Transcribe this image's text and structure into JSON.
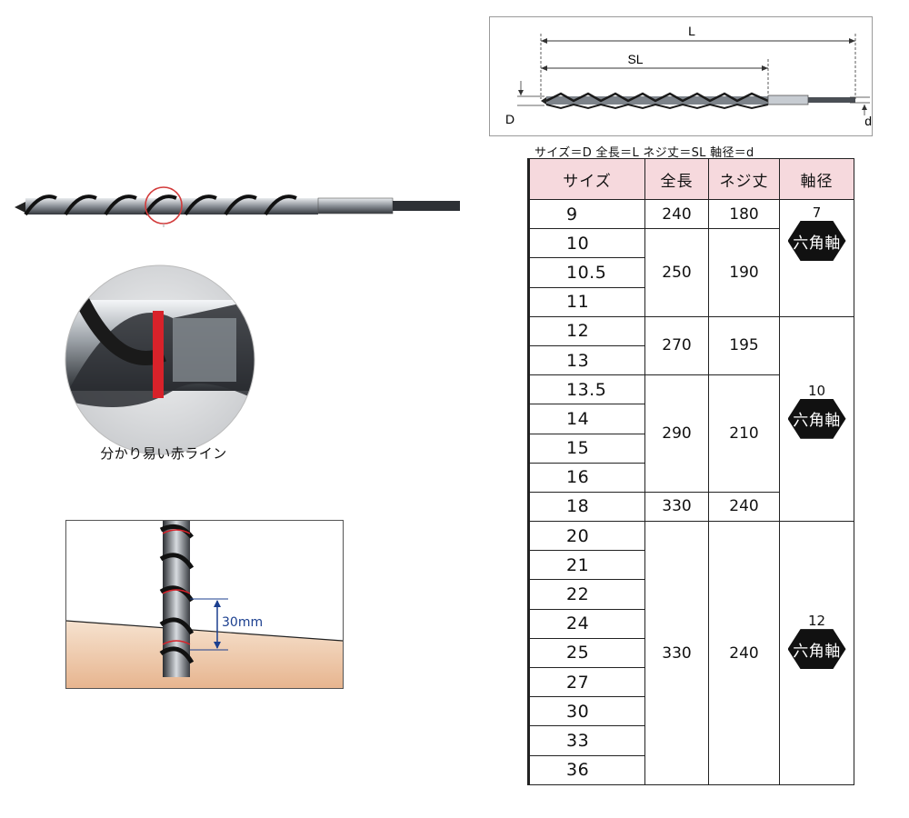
{
  "diagram": {
    "label_L": "L",
    "label_SL": "SL",
    "label_D": "D",
    "label_d": "d"
  },
  "zoom": {
    "caption": "分かり易い赤ライン"
  },
  "depth": {
    "label": "30mm"
  },
  "legend": "サイズ＝D  全長＝L  ネジ丈＝SL  軸径＝d",
  "table": {
    "headers": [
      "サイズ",
      "全長",
      "ネジ丈",
      "軸径"
    ],
    "sizes": [
      "9",
      "10",
      "10.5",
      "11",
      "12",
      "13",
      "13.5",
      "14",
      "15",
      "16",
      "18",
      "20",
      "21",
      "22",
      "24",
      "25",
      "27",
      "30",
      "33",
      "36"
    ],
    "lengths": [
      "240",
      "250",
      "270",
      "290",
      "330",
      "330"
    ],
    "thread_lengths": [
      "180",
      "190",
      "195",
      "210",
      "240",
      "240"
    ],
    "shafts": [
      {
        "diameter": "7",
        "type": "六角軸"
      },
      {
        "diameter": "10",
        "type": "六角軸"
      },
      {
        "diameter": "12",
        "type": "六角軸"
      }
    ]
  }
}
